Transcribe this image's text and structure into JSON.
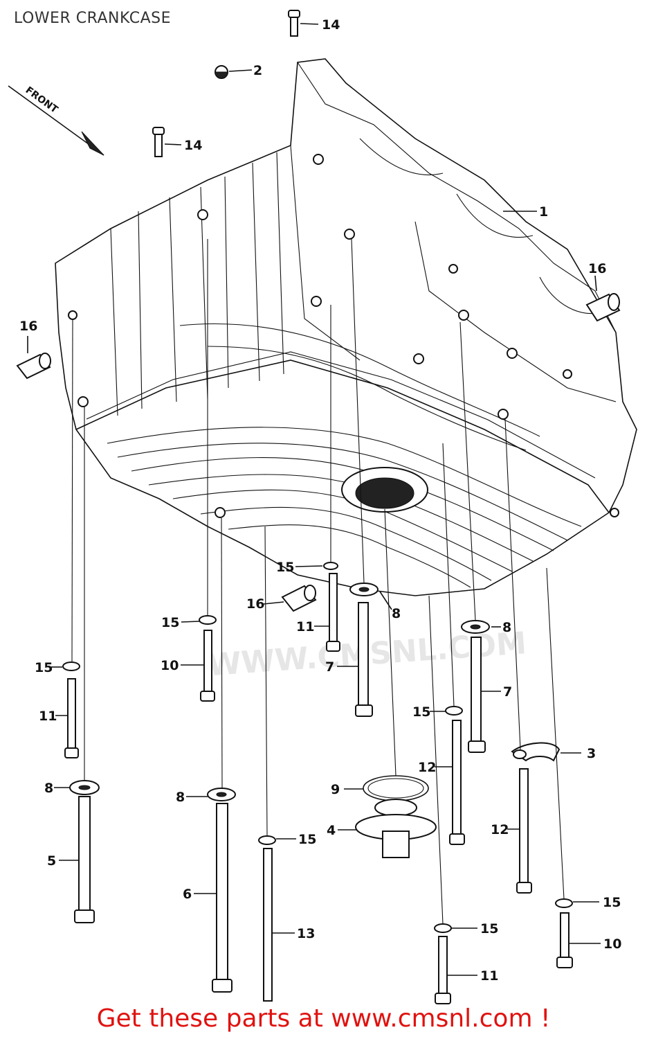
{
  "title": "LOWER CRANKCASE",
  "front_marker": "FRONT",
  "watermark": "WWW.CMSNL.COM",
  "footer": {
    "text": "Get these parts at www.cmsnl.com !",
    "color": "#e0120f"
  },
  "callouts": {
    "c1": "1",
    "c2": "2",
    "c3": "3",
    "c4": "4",
    "c5": "5",
    "c6": "6",
    "c7a": "7",
    "c7b": "7",
    "c8a": "8",
    "c8b": "8",
    "c8c": "8",
    "c8d": "8",
    "c9": "9",
    "c10a": "10",
    "c10b": "10",
    "c11a": "11",
    "c11b": "11",
    "c11c": "11",
    "c12a": "12",
    "c12b": "12",
    "c13": "13",
    "c14a": "14",
    "c14b": "14",
    "c15a": "15",
    "c15b": "15",
    "c15c": "15",
    "c15d": "15",
    "c15e": "15",
    "c15f": "15",
    "c15g": "15",
    "c16a": "16",
    "c16b": "16",
    "c16c": "16"
  }
}
